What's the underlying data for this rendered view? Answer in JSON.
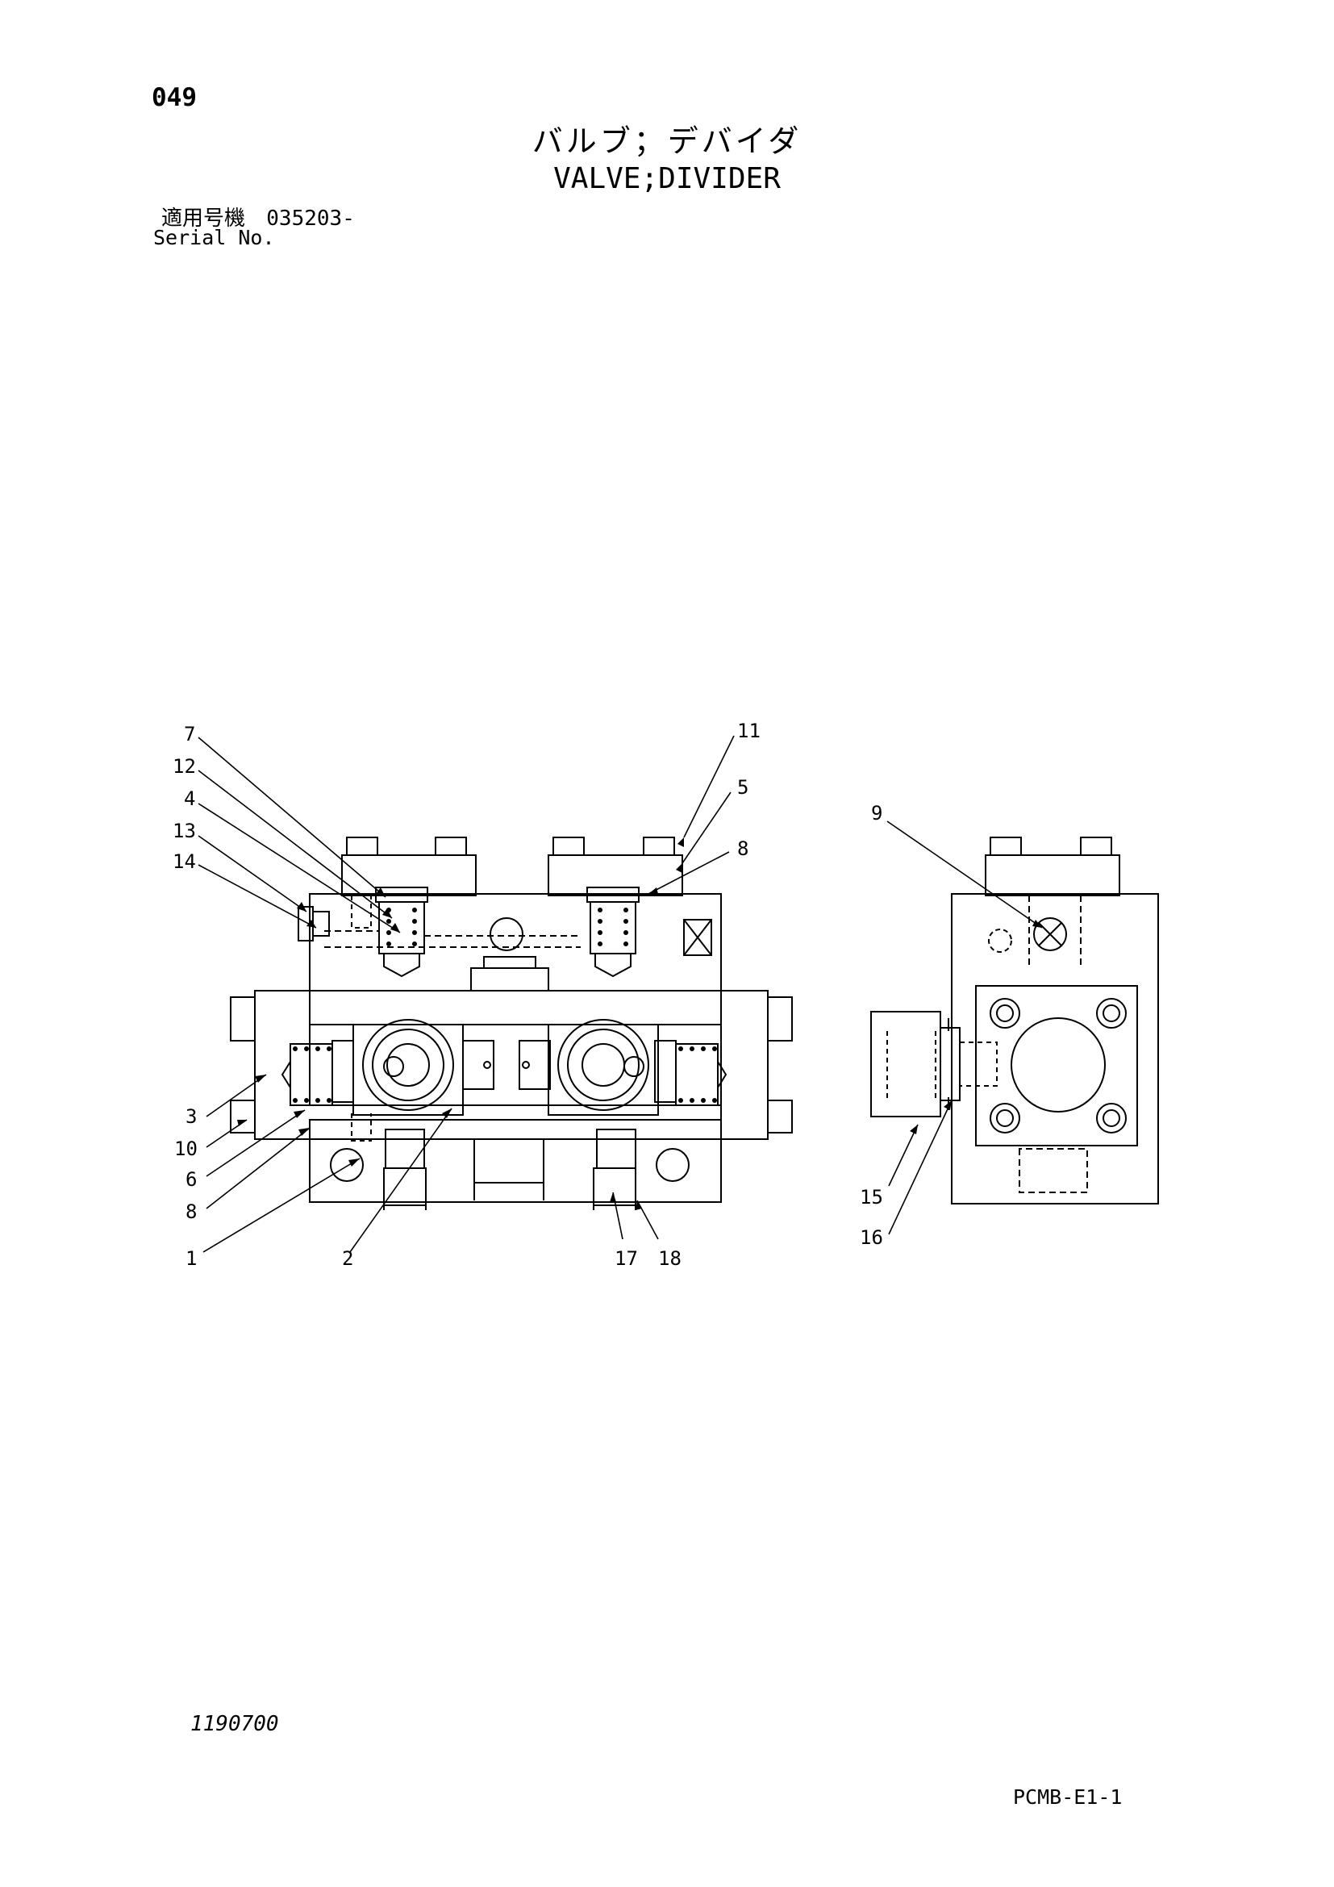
{
  "header": {
    "page_number": "049",
    "title_jp": "バルブ；デバイダ",
    "title_en": "VALVE;DIVIDER",
    "serial_label_jp": "適用号機",
    "serial_value": "035203-",
    "serial_label_en": "Serial No."
  },
  "footer": {
    "drawing_number": "1190700",
    "page_code": "PCMB-E1-1"
  },
  "callouts": {
    "front_view": [
      "7",
      "12",
      "4",
      "13",
      "14",
      "11",
      "5",
      "8",
      "3",
      "10",
      "6",
      "8",
      "1",
      "2",
      "17",
      "18"
    ],
    "side_view": [
      "9",
      "15",
      "16"
    ]
  },
  "colors": {
    "line": "#000000",
    "background": "#ffffff"
  }
}
